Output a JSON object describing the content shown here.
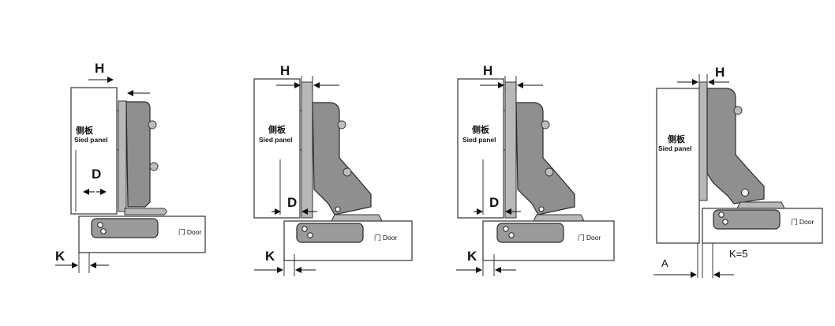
{
  "labels": {
    "H": "H",
    "D": "D",
    "K": "K",
    "A": "A",
    "K5": "K=5",
    "panel_cn": "侧板",
    "panel_en": "Sied panel",
    "door": "门 Door"
  },
  "colors": {
    "line": "#111111",
    "hinge_fill": "#8f8f8f",
    "plate_fill": "#b8b8b8",
    "background": "#ffffff"
  }
}
